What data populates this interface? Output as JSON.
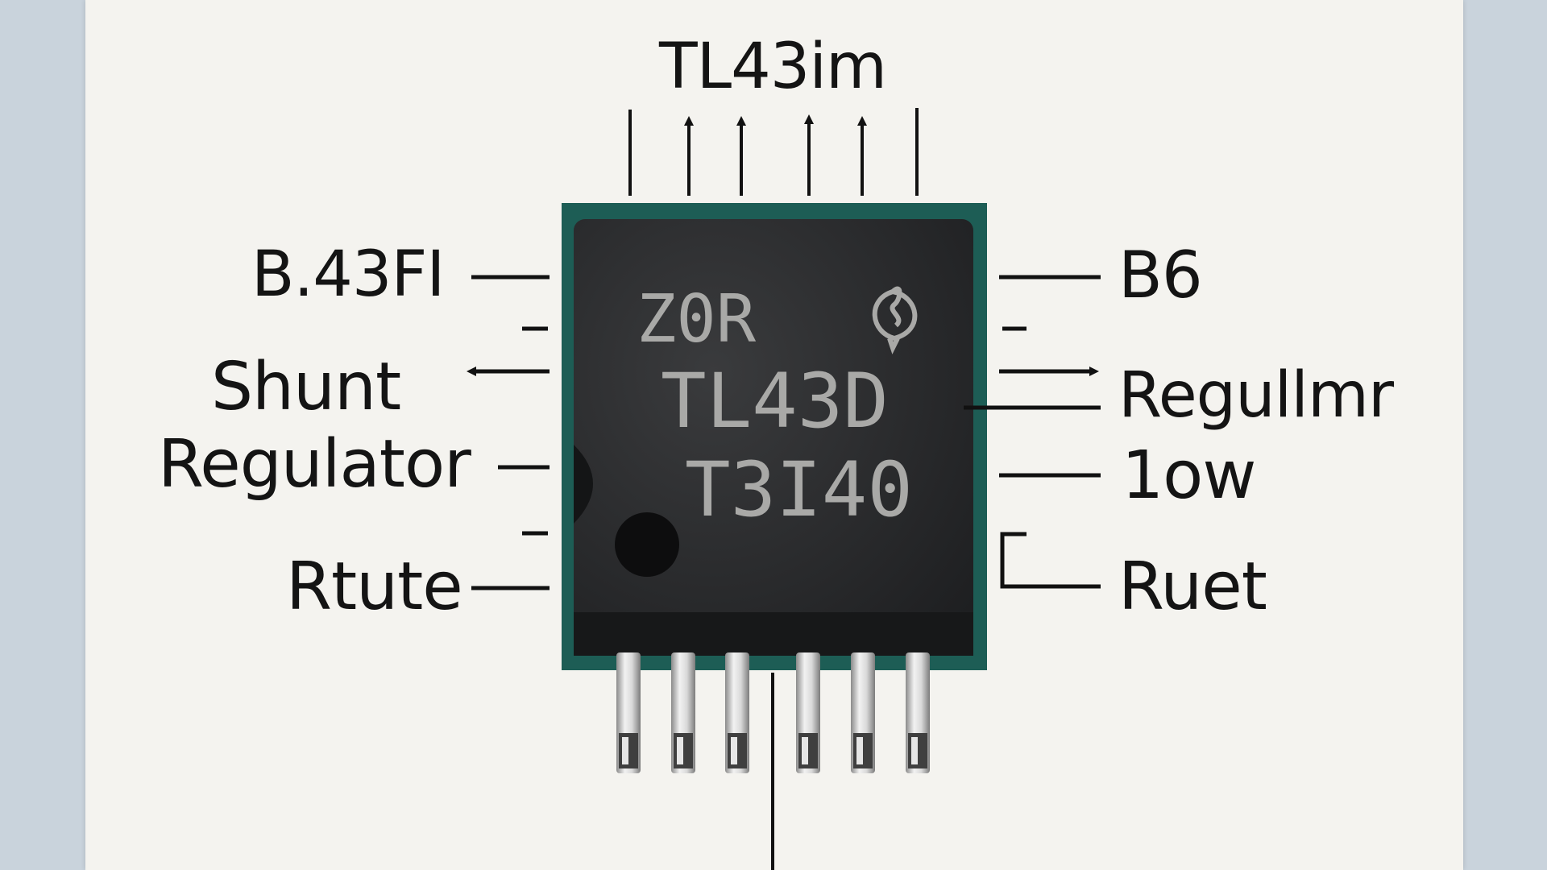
{
  "diagram": {
    "top_label": "TL43im",
    "left_labels": {
      "upper": "B.43FI",
      "middle_line1": "Shunt",
      "middle_line2": "Regulator",
      "lower": "Rtute"
    },
    "right_labels": {
      "upper": "B6",
      "middle": "Regullmr",
      "lower_middle": "1ow",
      "lower": "Ruet"
    },
    "chip": {
      "line1": "Z0R",
      "line2": "TL43D",
      "line3": "T3I40",
      "logo_icon": "manufacturer-logo-icon"
    }
  }
}
